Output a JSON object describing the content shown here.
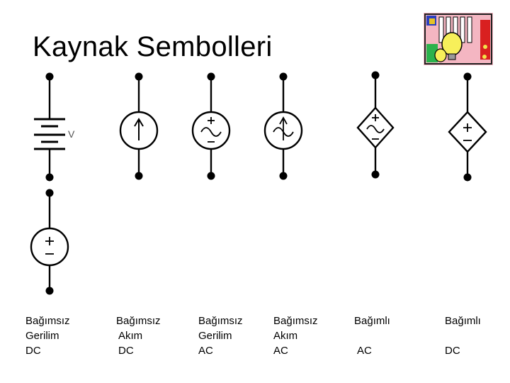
{
  "slide": {
    "title": "Kaynak Sembolleri"
  },
  "diagram": {
    "battery_mark": "V",
    "sources": [
      {
        "line1": "Bağımsız",
        "line2": "Gerilim",
        "line3": "DC"
      },
      {
        "line1": "Bağımsız",
        "line2": "Akım",
        "line3": "DC"
      },
      {
        "line1": "Bağımsız",
        "line2": "Gerilim",
        "line3": "AC"
      },
      {
        "line1": "Bağımsız",
        "line2": "Akım",
        "line3": "AC"
      },
      {
        "line1": "Bağımlı",
        "line2": "",
        "line3": "AC"
      },
      {
        "line1": "Bağımlı",
        "line2": "",
        "line3": "DC"
      }
    ]
  },
  "logo": {
    "icon": "lightbulb-icon"
  }
}
